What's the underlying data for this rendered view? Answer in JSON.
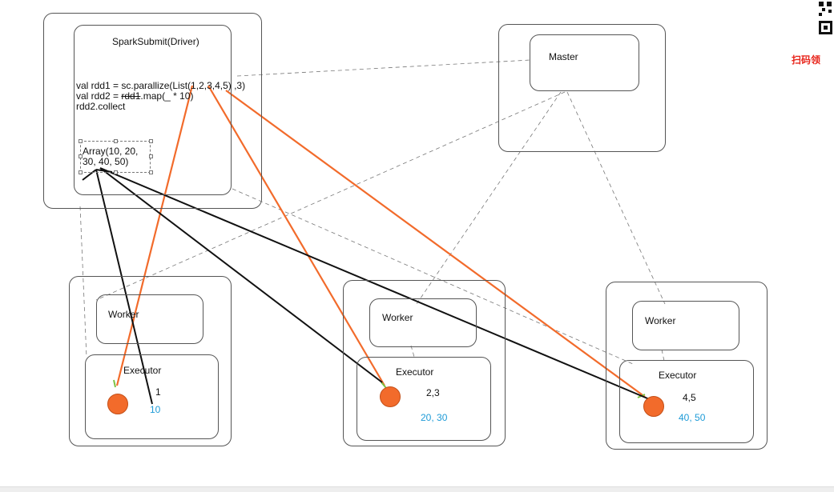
{
  "driver": {
    "title": "SparkSubmit(Driver)",
    "code": {
      "line1": "val rdd1 = sc.parallize(List(1,2,3,4,5) ,3)",
      "line2_prefix": "val rdd2 = ",
      "line2_struck": "rdd1",
      "line2_suffix": ".map(_ * 10)",
      "line3": "rdd2.collect"
    },
    "result": {
      "line1": "Array(10, 20,",
      "line2": "30, 40, 50)"
    }
  },
  "master": {
    "label": "Master"
  },
  "nodes": [
    {
      "worker": "Worker",
      "executor": "Executor",
      "input": "1",
      "output": "10"
    },
    {
      "worker": "Worker",
      "executor": "Executor",
      "input": "2,3",
      "output": "20, 30"
    },
    {
      "worker": "Worker",
      "executor": "Executor",
      "input": "4,5",
      "output": "40, 50"
    }
  ],
  "promo_text": "扫码领",
  "colors": {
    "orange": "#f26b2b",
    "blue": "#1e9bd7",
    "green": "#7cc243"
  }
}
